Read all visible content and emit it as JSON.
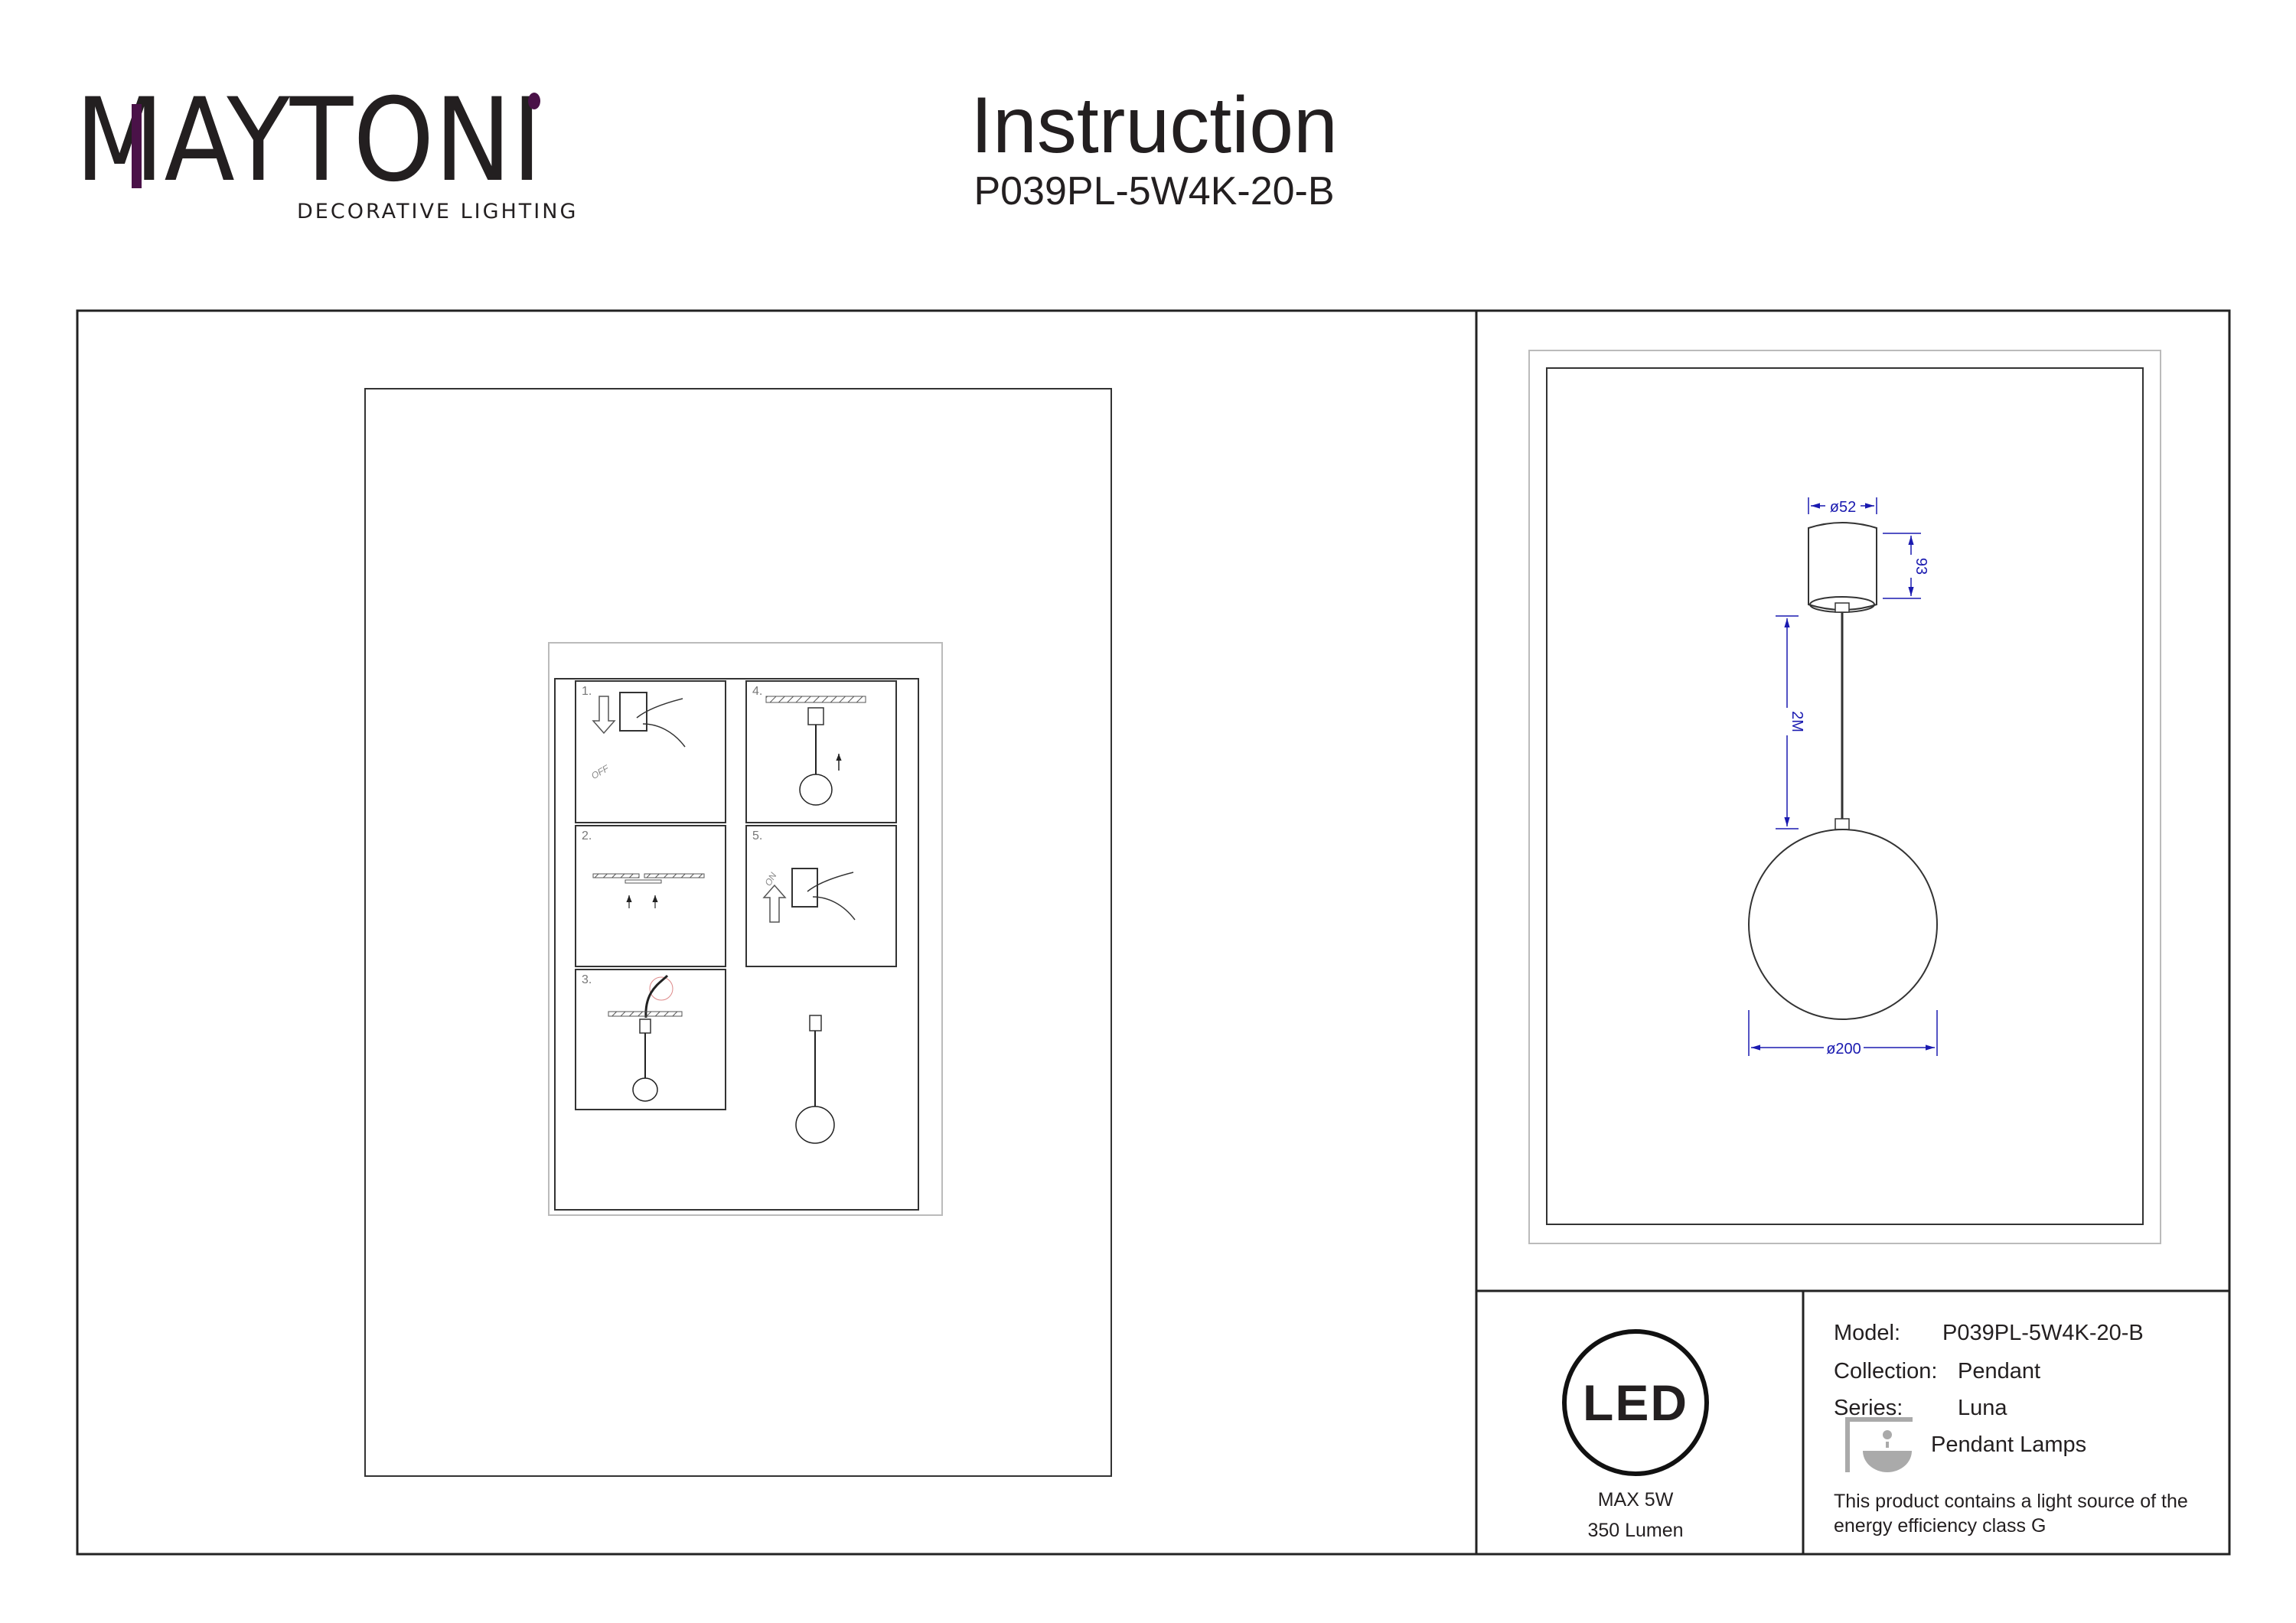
{
  "brand": {
    "name": "MAYTONI",
    "tagline": "DECORATIVE LIGHTING",
    "accent_color": "#4a1248"
  },
  "header": {
    "title": "Instruction",
    "model": "P039PL-5W4K-20-B"
  },
  "installation_steps": {
    "steps": [
      {
        "number": "1.",
        "label": "OFF"
      },
      {
        "number": "2."
      },
      {
        "number": "3."
      },
      {
        "number": "4."
      },
      {
        "number": "5.",
        "label": "ON"
      }
    ]
  },
  "dimensions": {
    "canopy_diameter": "ø52",
    "canopy_height": "93",
    "cord_length": "2M",
    "shade_diameter": "ø200",
    "dimension_color": "#1a1ab0"
  },
  "specs": {
    "led_badge": "LED",
    "max_power": "MAX 5W",
    "lumen": "350 Lumen",
    "model_label": "Model:",
    "model_value": "P039PL-5W4K-20-B",
    "collection_label": "Collection:",
    "collection_value": "Pendant",
    "series_label": "Series:",
    "series_value": "Luna",
    "category": "Pendant Lamps",
    "energy_line1": "This product contains a light source of the",
    "energy_line2": "energy efficiency class G"
  }
}
